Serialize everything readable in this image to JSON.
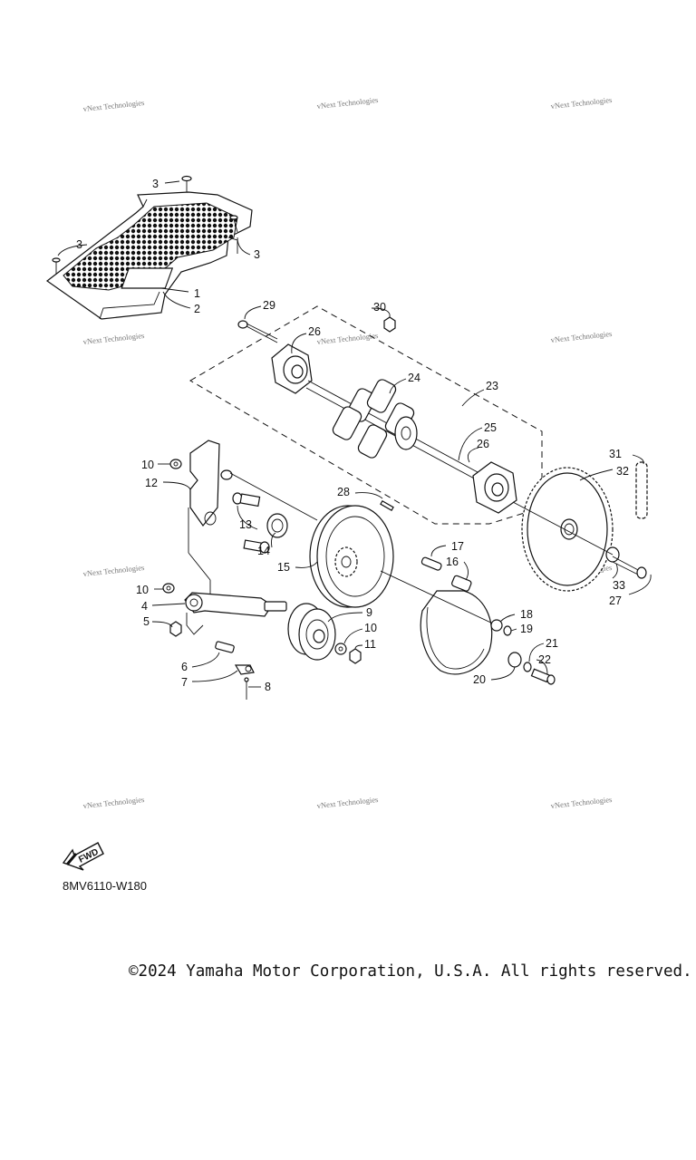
{
  "diagram": {
    "watermark_text": "vNext Technologies",
    "fwd_label": "FWD",
    "drawing_code": "8MV6110-W180",
    "copyright": "©2024 Yamaha Motor Corporation, U.S.A. All rights reserved.",
    "callouts": [
      {
        "id": "c3a",
        "label": "3"
      },
      {
        "id": "c3b",
        "label": "3"
      },
      {
        "id": "c3c",
        "label": "3"
      },
      {
        "id": "c1",
        "label": "1"
      },
      {
        "id": "c2",
        "label": "2"
      },
      {
        "id": "c29",
        "label": "29"
      },
      {
        "id": "c30",
        "label": "30"
      },
      {
        "id": "c26a",
        "label": "26"
      },
      {
        "id": "c24",
        "label": "24"
      },
      {
        "id": "c23",
        "label": "23"
      },
      {
        "id": "c25",
        "label": "25"
      },
      {
        "id": "c26b",
        "label": "26"
      },
      {
        "id": "c28",
        "label": "28"
      },
      {
        "id": "c31",
        "label": "31"
      },
      {
        "id": "c32",
        "label": "32"
      },
      {
        "id": "c33",
        "label": "33"
      },
      {
        "id": "c27",
        "label": "27"
      },
      {
        "id": "c10a",
        "label": "10"
      },
      {
        "id": "c12",
        "label": "12"
      },
      {
        "id": "c13",
        "label": "13"
      },
      {
        "id": "c14",
        "label": "14"
      },
      {
        "id": "c15",
        "label": "15"
      },
      {
        "id": "c17",
        "label": "17"
      },
      {
        "id": "c16",
        "label": "16"
      },
      {
        "id": "c10b",
        "label": "10"
      },
      {
        "id": "c4",
        "label": "4"
      },
      {
        "id": "c5",
        "label": "5"
      },
      {
        "id": "c9",
        "label": "9"
      },
      {
        "id": "c10c",
        "label": "10"
      },
      {
        "id": "c11",
        "label": "11"
      },
      {
        "id": "c18",
        "label": "18"
      },
      {
        "id": "c19",
        "label": "19"
      },
      {
        "id": "c6",
        "label": "6"
      },
      {
        "id": "c7",
        "label": "7"
      },
      {
        "id": "c8",
        "label": "8"
      },
      {
        "id": "c21",
        "label": "21"
      },
      {
        "id": "c22",
        "label": "22"
      },
      {
        "id": "c20",
        "label": "20"
      }
    ]
  }
}
